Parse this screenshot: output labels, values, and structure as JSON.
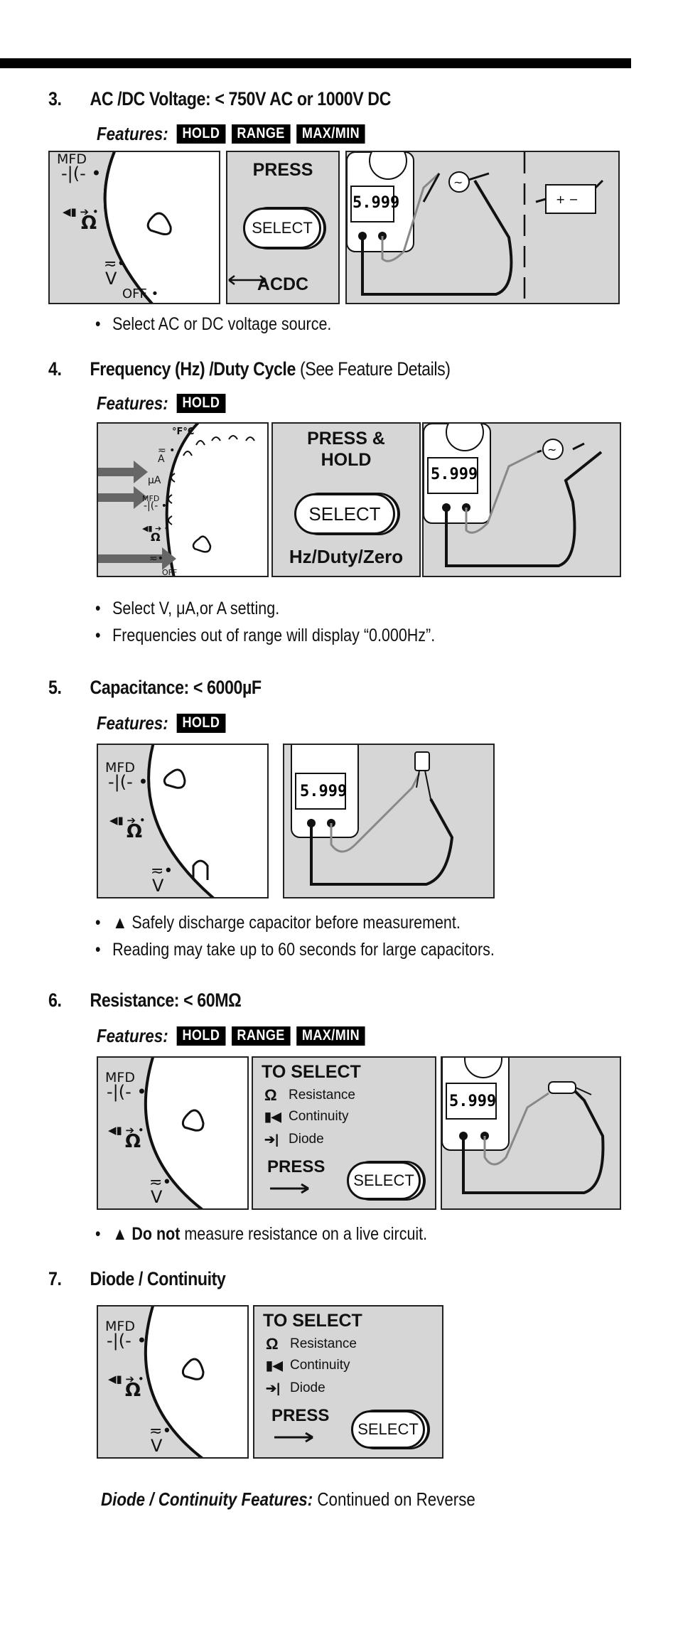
{
  "badges": {
    "hold": "HOLD",
    "range": "RANGE",
    "maxmin": "MAX/MIN"
  },
  "features_label": "Features:",
  "dial": {
    "mfd": "MFD",
    "off": "OFF",
    "cap": "-|(-",
    "ohm": "Ω",
    "ohm_prefix": "𝆕)) ➔|",
    "volt": "V",
    "temp": "°F°C",
    "amp": "A",
    "uamp": "μA"
  },
  "meter_display": "5.999",
  "sections": {
    "s3": {
      "number": "3.",
      "title": "AC /DC Voltage: < 750V AC or 1000V DC",
      "press": "PRESS",
      "select": "SELECT",
      "ac": "AC",
      "dc": "DC",
      "bullet": "Select AC or DC voltage source."
    },
    "s4": {
      "number": "4.",
      "title_bold": "Frequency (Hz) /Duty Cycle",
      "title_plain": " (See Feature Details)",
      "press_line1": "PRESS &",
      "press_line2": "HOLD",
      "select": "SELECT",
      "bottom": "Hz/Duty/Zero",
      "bullet1": "Select V, μA,or A setting.",
      "bullet2": "Frequencies out of range will display “0.000Hz”."
    },
    "s5": {
      "number": "5.",
      "title": "Capacitance: < 6000µF",
      "bullet1": "Safely discharge capacitor before measurement.",
      "bullet2": "Reading may take up to 60 seconds for large capacitors."
    },
    "s6": {
      "number": "6.",
      "title": "Resistance: < 60MΩ",
      "bullet_bold": "Do not",
      "bullet_rest": " measure resistance on a live circuit."
    },
    "s7": {
      "number": "7.",
      "title": "Diode / Continuity",
      "reverse_italic": "Diode /  Continuity Features:",
      "reverse_plain": "  Continued on Reverse"
    }
  },
  "to_select": {
    "title": "TO SELECT",
    "resistance": "Resistance",
    "continuity": "Continuity",
    "diode": "Diode",
    "press": "PRESS",
    "select": "SELECT"
  }
}
